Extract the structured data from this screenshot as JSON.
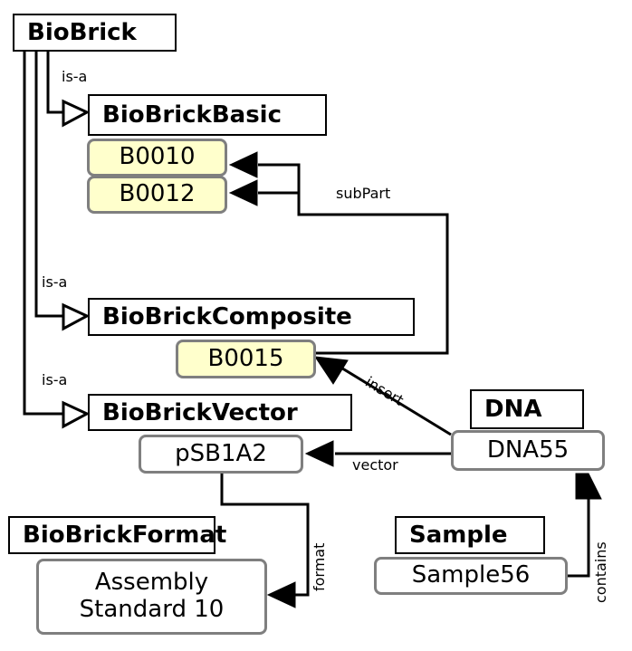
{
  "diagram": {
    "classes": {
      "biobrick": "BioBrick",
      "biobrick_basic": "BioBrickBasic",
      "biobrick_composite": "BioBrickComposite",
      "biobrick_vector": "BioBrickVector",
      "biobrick_format": "BioBrickFormat",
      "dna": "DNA",
      "sample": "Sample"
    },
    "instances": {
      "b0010": "B0010",
      "b0012": "B0012",
      "b0015": "B0015",
      "psb1a2": "pSB1A2",
      "assembly_line1": "Assembly",
      "assembly_line2": "Standard 10",
      "dna55": "DNA55",
      "sample56": "Sample56"
    },
    "relations": {
      "isa_basic": "is-a",
      "isa_composite": "is-a",
      "isa_vector": "is-a",
      "subpart": "subPart",
      "insert": "insert",
      "vector": "vector",
      "format": "format",
      "contains": "contains"
    },
    "colors": {
      "part_fill": "#ffffcc",
      "instance_border": "#7f7f7f",
      "line": "#000000"
    }
  }
}
